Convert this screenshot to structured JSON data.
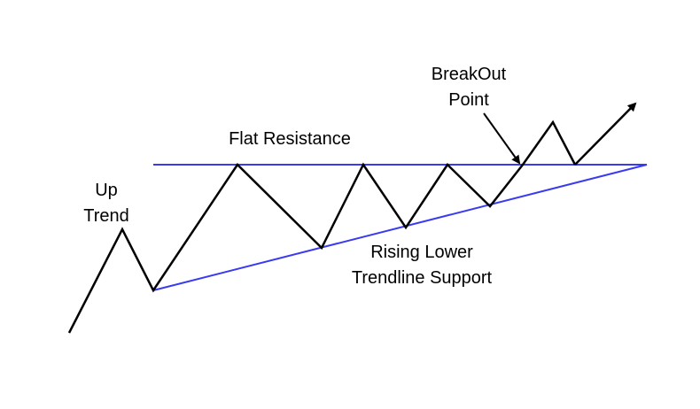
{
  "labels": {
    "up_trend_line1": "Up",
    "up_trend_line2": "Trend",
    "flat_resistance": "Flat Resistance",
    "breakout_line1": "BreakOut",
    "breakout_line2": "Point",
    "rising_support_line1": "Rising Lower",
    "rising_support_line2": "Trendline Support"
  },
  "colors": {
    "price_line": "#000000",
    "trendlines": "#3a3af0",
    "background": "#ffffff"
  }
}
